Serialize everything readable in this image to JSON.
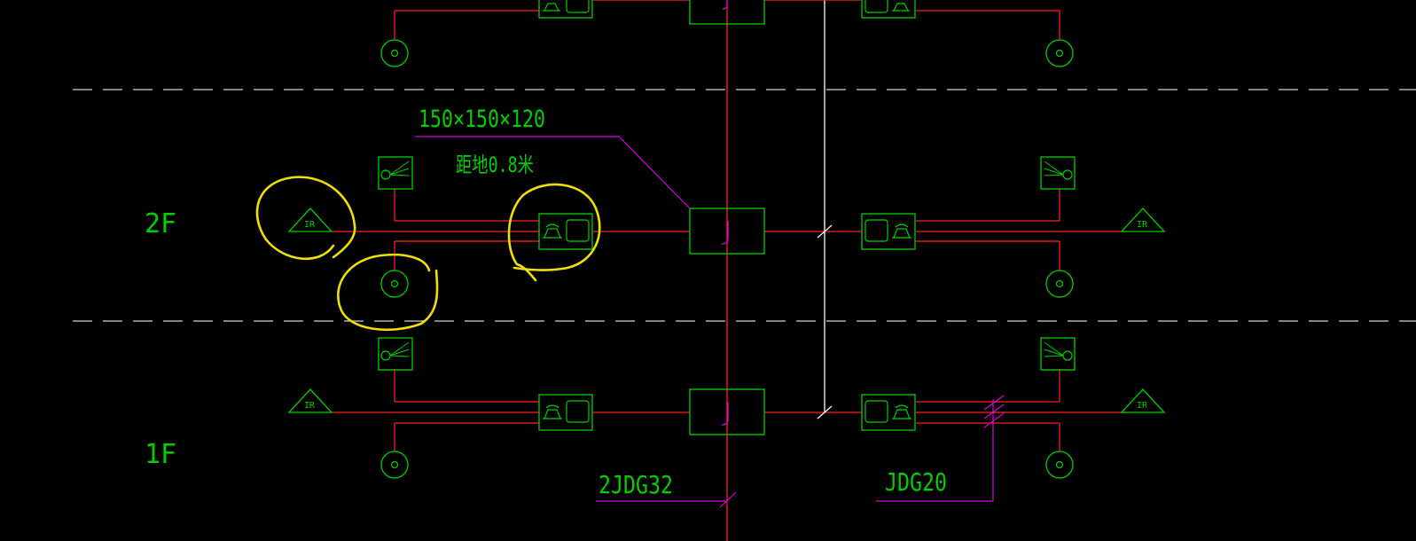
{
  "colors": {
    "background": "#000000",
    "wire": "#ff2020",
    "device": "#00d000",
    "leader": "#e000e0",
    "floor_line": "#d0d0d0",
    "riser": "#ffffff",
    "markup": "#f0e000"
  },
  "floors": {
    "f2": "2F",
    "f1": "1F"
  },
  "annotations": {
    "box_size": "150×150×120",
    "height_note": "距地0.8米",
    "trunk_conduit": "2JDG32",
    "branch_conduit": "JDG20"
  },
  "symbols": {
    "ir_label": "IR",
    "junction_label": "J"
  },
  "icons": [
    "ir-sensor-icon",
    "av-outlet-icon",
    "coax-outlet-icon",
    "junction-box-icon",
    "intercom-camera-icon"
  ]
}
